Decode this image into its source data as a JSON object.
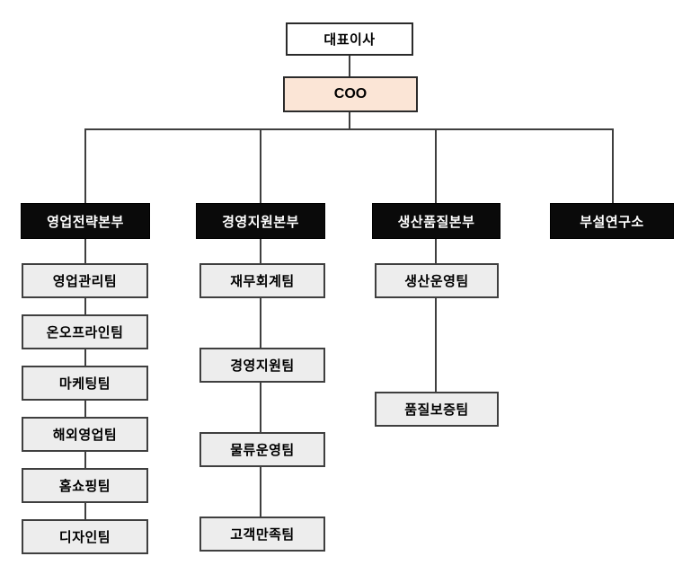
{
  "chart_title": "organization-chart",
  "colors": {
    "background": "#ffffff",
    "ceo_fill": "#ffffff",
    "coo_fill": "#fbe5d6",
    "division_fill": "#0a0a0a",
    "division_text": "#ffffff",
    "team_fill": "#ededed",
    "line": "#3f3f3f"
  },
  "org": {
    "ceo": {
      "label": "대표이사"
    },
    "coo": {
      "label": "COO"
    },
    "divisions": [
      {
        "label": "영업전략본부",
        "teams": [
          "영업관리팀",
          "온오프라인팀",
          "마케팅팀",
          "해외영업팀",
          "홈쇼핑팀",
          "디자인팀"
        ]
      },
      {
        "label": "경영지원본부",
        "teams": [
          "재무회계팀",
          "경영지원팀",
          "물류운영팀",
          "고객만족팀"
        ]
      },
      {
        "label": "생산품질본부",
        "teams": [
          "생산운영팀",
          "품질보증팀"
        ]
      },
      {
        "label": "부설연구소",
        "teams": []
      }
    ]
  }
}
